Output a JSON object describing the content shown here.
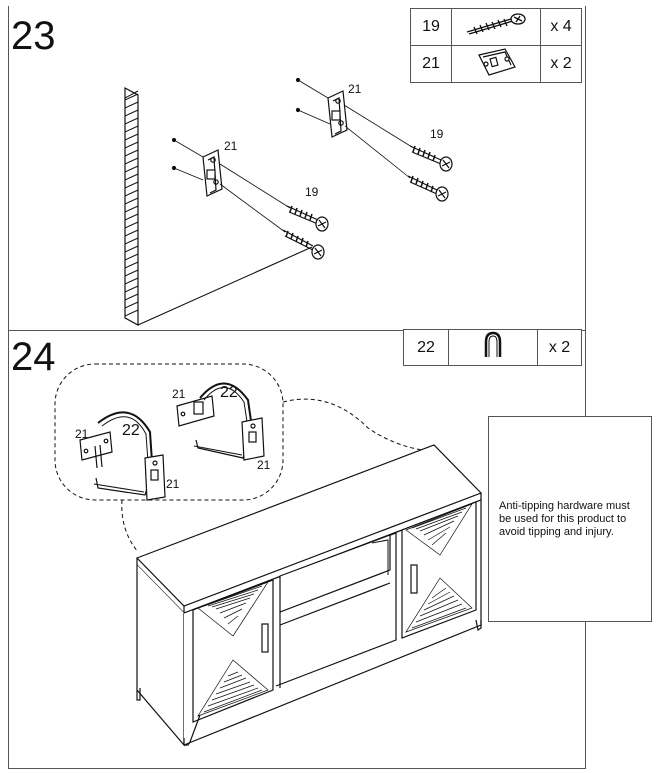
{
  "steps": [
    {
      "number": "23",
      "parts": [
        {
          "id": "19",
          "qty": "x 4",
          "icon": "screw-icon"
        },
        {
          "id": "21",
          "qty": "x 2",
          "icon": "bracket-icon"
        }
      ],
      "callouts": [
        "21",
        "21",
        "19",
        "19"
      ]
    },
    {
      "number": "24",
      "parts": [
        {
          "id": "22",
          "qty": "x 2",
          "icon": "strap-icon"
        }
      ],
      "callouts": [
        "21",
        "22",
        "21",
        "21",
        "22",
        "21"
      ]
    }
  ],
  "note": "Anti-tipping hardware must be used for this product to avoid tipping and injury."
}
